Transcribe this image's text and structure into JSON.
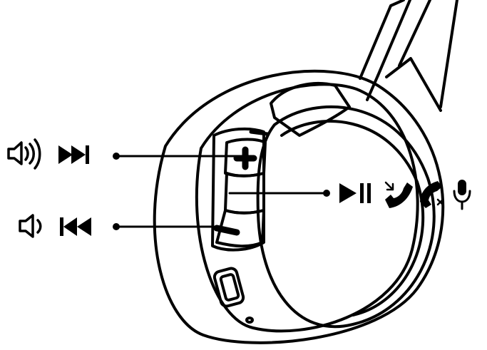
{
  "colors": {
    "stroke": "#000000",
    "background": "#ffffff"
  },
  "callouts": [
    {
      "button": "volume-up-button",
      "icons": [
        "volume-up-icon",
        "next-track-icon"
      ]
    },
    {
      "button": "multifunction-button",
      "icons": [
        "play-pause-icon",
        "answer-call-icon",
        "end-call-icon",
        "microphone-icon"
      ]
    },
    {
      "button": "volume-down-button",
      "icons": [
        "volume-down-icon",
        "previous-track-icon"
      ]
    }
  ]
}
